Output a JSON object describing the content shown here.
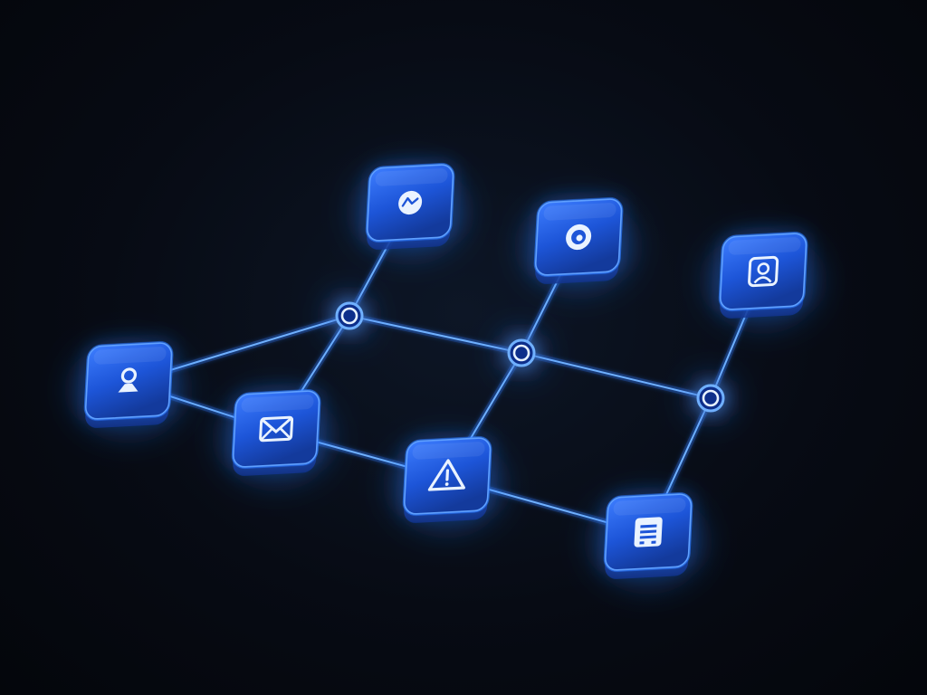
{
  "diagram": {
    "colors": {
      "background": "#070b14",
      "glow": "#2f7bff",
      "tile_fill": "#1a4fd0",
      "tile_edge": "#5fa0ff",
      "link": "#6fb0ff",
      "icon": "#eaf3ff"
    },
    "tiles": [
      {
        "id": "tile-top",
        "icon": "cap-icon"
      },
      {
        "id": "tile-upper-mid",
        "icon": "record-icon"
      },
      {
        "id": "tile-right",
        "icon": "profile-icon"
      },
      {
        "id": "tile-left",
        "icon": "user-icon"
      },
      {
        "id": "tile-mail",
        "icon": "mail-icon"
      },
      {
        "id": "tile-warning",
        "icon": "warning-icon"
      },
      {
        "id": "tile-list",
        "icon": "list-icon"
      }
    ],
    "hubs": [
      {
        "id": "hub-left"
      },
      {
        "id": "hub-mid"
      },
      {
        "id": "hub-right"
      }
    ],
    "links": [
      [
        "tile-top",
        "hub-left"
      ],
      [
        "tile-upper-mid",
        "hub-mid"
      ],
      [
        "tile-right",
        "hub-right"
      ],
      [
        "tile-left",
        "hub-left"
      ],
      [
        "hub-left",
        "tile-mail"
      ],
      [
        "hub-left",
        "hub-mid"
      ],
      [
        "hub-mid",
        "hub-right"
      ],
      [
        "hub-mid",
        "tile-warning"
      ],
      [
        "hub-right",
        "tile-list"
      ],
      [
        "tile-left",
        "tile-mail"
      ],
      [
        "tile-mail",
        "tile-warning"
      ],
      [
        "tile-warning",
        "tile-list"
      ]
    ]
  }
}
